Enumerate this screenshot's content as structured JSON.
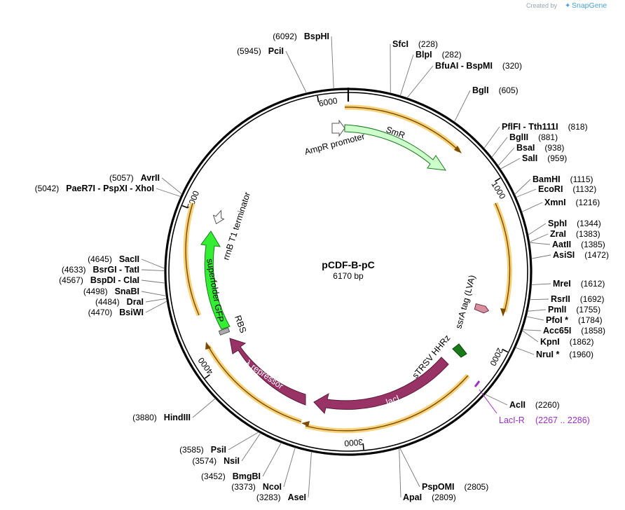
{
  "branding": {
    "prefix": "Created by",
    "name": "SnapGene"
  },
  "plasmid": {
    "name": "pCDF-B-pC",
    "size_label": "6170 bp",
    "length": 6170
  },
  "ticks": [
    "1000",
    "2000",
    "3000",
    "4000",
    "5000",
    "6000"
  ],
  "sites": [
    {
      "name": "BspHI",
      "pos": "(6092)"
    },
    {
      "name": "PciI",
      "pos": "(5945)"
    },
    {
      "name": "SfcI",
      "pos": "(228)"
    },
    {
      "name": "BlpI",
      "pos": "(282)"
    },
    {
      "name": "BfuAI - BspMI",
      "pos": "(320)"
    },
    {
      "name": "BglI",
      "pos": "(605)"
    },
    {
      "name": "PflFI - Tth111I",
      "pos": "(818)"
    },
    {
      "name": "BglII",
      "pos": "(881)"
    },
    {
      "name": "BsaI",
      "pos": "(938)"
    },
    {
      "name": "SalI",
      "pos": "(959)"
    },
    {
      "name": "BamHI",
      "pos": "(1115)"
    },
    {
      "name": "EcoRI",
      "pos": "(1132)"
    },
    {
      "name": "XmnI",
      "pos": "(1216)"
    },
    {
      "name": "SphI",
      "pos": "(1344)"
    },
    {
      "name": "ZraI",
      "pos": "(1383)"
    },
    {
      "name": "AatII",
      "pos": "(1385)"
    },
    {
      "name": "AsiSI",
      "pos": "(1472)"
    },
    {
      "name": "MreI",
      "pos": "(1612)"
    },
    {
      "name": "RsrII",
      "pos": "(1692)"
    },
    {
      "name": "PmlI",
      "pos": "(1755)"
    },
    {
      "name": "PfoI *",
      "pos": "(1784)"
    },
    {
      "name": "Acc65I",
      "pos": "(1858)"
    },
    {
      "name": "KpnI",
      "pos": "(1862)"
    },
    {
      "name": "NruI *",
      "pos": "(1960)"
    },
    {
      "name": "AclI",
      "pos": "(2260)"
    },
    {
      "name": "PspOMI",
      "pos": "(2805)"
    },
    {
      "name": "ApaI",
      "pos": "(2809)"
    },
    {
      "name": "AseI",
      "pos": "(3283)"
    },
    {
      "name": "NcoI",
      "pos": "(3373)"
    },
    {
      "name": "BmgBI",
      "pos": "(3452)"
    },
    {
      "name": "NsiI",
      "pos": "(3574)"
    },
    {
      "name": "PsiI",
      "pos": "(3585)"
    },
    {
      "name": "HindIII",
      "pos": "(3880)"
    },
    {
      "name": "BsiWI",
      "pos": "(4470)"
    },
    {
      "name": "DraI",
      "pos": "(4484)"
    },
    {
      "name": "SnaBI",
      "pos": "(4498)"
    },
    {
      "name": "BspDI - ClaI",
      "pos": "(4567)"
    },
    {
      "name": "BsrGI - TatI",
      "pos": "(4633)"
    },
    {
      "name": "SacII",
      "pos": "(4645)"
    },
    {
      "name": "PaeR7I - PspXI - XhoI",
      "pos": "(5042)"
    },
    {
      "name": "AvrII",
      "pos": "(5057)"
    }
  ],
  "primer": {
    "name": "LacI-R",
    "pos": "(2267 .. 2286)"
  },
  "features": [
    {
      "name": "SmR",
      "color": "#ccffcc"
    },
    {
      "name": "AmpR promoter",
      "color": "#ffffff"
    },
    {
      "name": "ssrA tag (LVA)",
      "color": "#d98fa0"
    },
    {
      "name": "sTRSV HHRz",
      "color": "#1a7a1a"
    },
    {
      "name": "lacI",
      "color": "#993366"
    },
    {
      "name": "λ repressor",
      "color": "#993366"
    },
    {
      "name": "RBS",
      "color": "#aaaaaa"
    },
    {
      "name": "superfolder GFP",
      "color": "#33ee33"
    },
    {
      "name": "rrnB T1 terminator",
      "color": "#ffffff"
    }
  ],
  "colors": {
    "orf": "#f2b94a",
    "orf_core": "#7a4a00",
    "backbone": "#000000"
  }
}
